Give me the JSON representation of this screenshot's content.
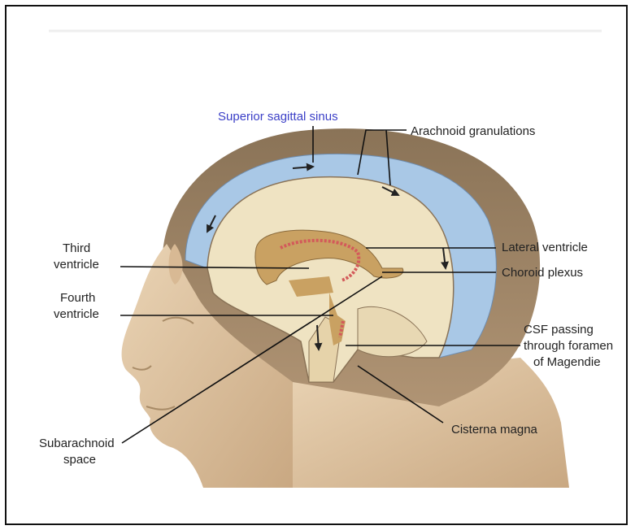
{
  "labels": {
    "superior_sagittal_sinus": "Superior sagittal sinus",
    "arachnoid_granulations": "Arachnoid granulations",
    "third_ventricle": [
      "Third",
      "ventricle"
    ],
    "lateral_ventricle": "Lateral ventricle",
    "choroid_plexus": "Choroid plexus",
    "fourth_ventricle": [
      "Fourth",
      "ventricle"
    ],
    "csf_magendie": [
      "CSF passing",
      "through foramen",
      "of Magendie"
    ],
    "subarachnoid_space": [
      "Subarachnoid",
      "space"
    ],
    "cisterna_magna": "Cisterna magna"
  },
  "colors": {
    "skin": "#e3c9a8",
    "skin_shadow": "#c9a882",
    "scalp": "#9c8466",
    "csf": "#a9c8e6",
    "brain": "#efe3c2",
    "ventricle": "#c9a162",
    "choroid": "#d35a5a",
    "label_blue": "#3b3fc7"
  }
}
